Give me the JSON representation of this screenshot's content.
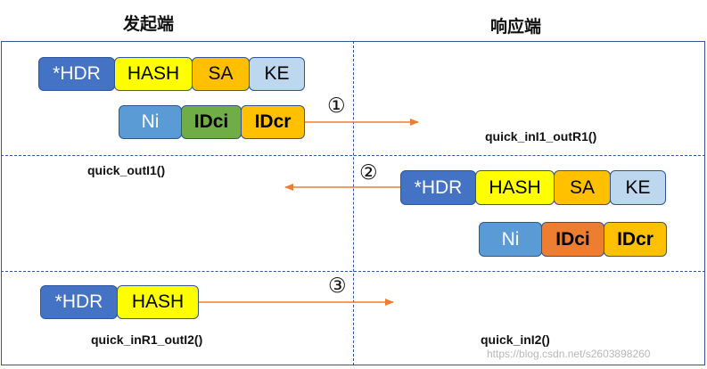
{
  "headers": {
    "initiator": "发起端",
    "responder": "响应端"
  },
  "fields": {
    "hdr": "*HDR",
    "hash": "HASH",
    "sa": "SA",
    "ke": "KE",
    "ni": "Ni",
    "idci": "IDci",
    "idcr": "IDcr"
  },
  "steps": [
    {
      "marker": "①",
      "direction": "initiator-to-responder",
      "function": "quick_inI1_outR1()"
    },
    {
      "marker": "②",
      "direction": "responder-to-initiator",
      "function": "quick_outI1()"
    },
    {
      "marker": "③",
      "direction": "initiator-to-responder",
      "function": "quick_inR1_outI2()",
      "responder_function": "quick_inI2()"
    }
  ],
  "colors": {
    "frame": "#2e5597",
    "hdr": "#4472c4",
    "hash": "#ffff00",
    "sa": "#ffc000",
    "ke": "#bdd7ee",
    "ni": "#5b9bd5",
    "idci_step1": "#70ad47",
    "idci_step2": "#ed7d31",
    "idcr": "#ffc000",
    "arrow": "#ed7d31"
  },
  "watermark": "https://blog.csdn.net/s2603898260"
}
